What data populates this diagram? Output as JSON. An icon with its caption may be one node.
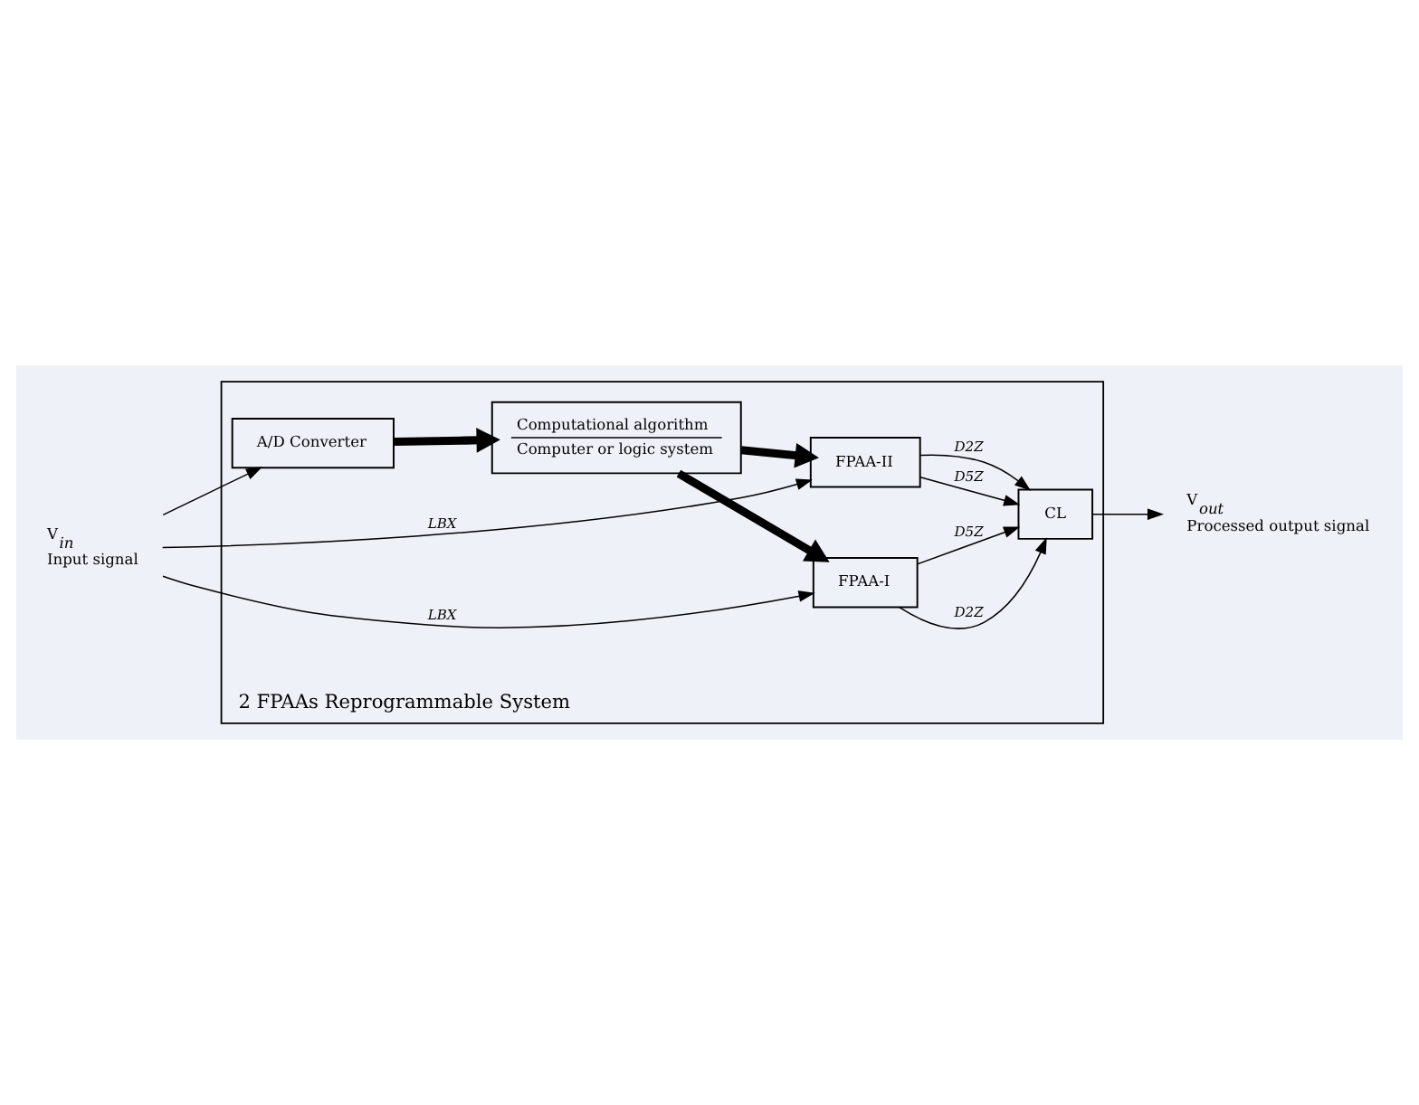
{
  "diagram": {
    "nodes": [
      {
        "text": [
          "2 FPAAs Reprogrammable System"
        ]
      },
      {
        "text": [
          "Computational algorithm",
          "Computer or logic system"
        ],
        "in": 0
      },
      {
        "text": [
          "A/D Converter"
        ],
        "in": 0
      },
      {
        "text": [
          "FPAA-I"
        ],
        "in": 0
      },
      {
        "text": [
          "FPAA-II"
        ],
        "in": 0
      },
      {
        "text": [
          "CL"
        ],
        "in": 0
      },
      {
        "text": [
          "V$_{in}$",
          "Input signal"
        ]
      },
      {
        "text": [
          "V$_{out}$",
          "Processed output signal"
        ]
      }
    ],
    "edges": [
      {
        "from": 6,
        "to": 2,
        "arrow": "to"
      },
      {
        "from": 6,
        "to": 3,
        "arrow": "to",
        "label": "LBX"
      },
      {
        "from": 6,
        "to": 4,
        "arrow": "to",
        "label": "LBX"
      },
      {
        "from": 2,
        "to": 1,
        "arrow": "to",
        "style": "thick"
      },
      {
        "from": 1,
        "to": 4,
        "arrow": "to",
        "style": "thick"
      },
      {
        "from": 1,
        "to": 3,
        "arrow": "to",
        "style": "thick"
      },
      {
        "from": 3,
        "to": 5,
        "arrow": "to",
        "label": "D2Z"
      },
      {
        "from": 3,
        "to": 5,
        "arrow": "to",
        "label": "D5Z"
      },
      {
        "from": 4,
        "to": 5,
        "arrow": "to",
        "label": "D5Z"
      },
      {
        "from": 4,
        "to": 5,
        "arrow": "to",
        "label": "D2Z"
      },
      {
        "from": 5,
        "to": 7,
        "arrow": "to"
      }
    ]
  }
}
